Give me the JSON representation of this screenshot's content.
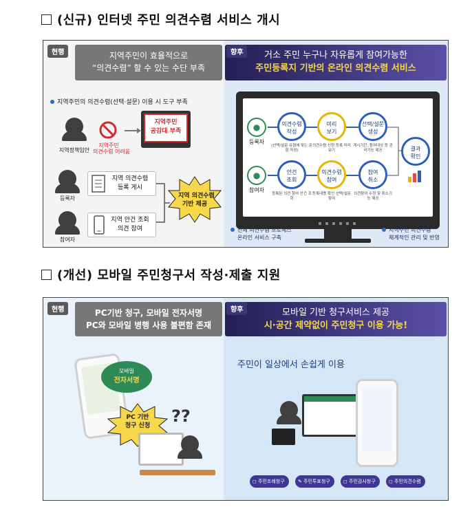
{
  "section1": {
    "heading": "(신규) 인터넷 주민 의견수렴 서비스 개시",
    "tag_now": "현행",
    "tag_future": "향후",
    "left_banner_line1": "지역주민이 효율적으로",
    "left_banner_line2": "“의견수렴” 할 수 있는 수단 부족",
    "right_banner_line1": "거소 주민 누구나 자유롭게 참여가능한",
    "right_banner_line2": "주민등록지 기반의 온라인 의견수렴 서비스",
    "bullet": "지역주민의 의견수렴(선택·설문) 이용 시 도구 부족",
    "policy_maker": "지역정책입안",
    "no_tool_line1": "지역주민",
    "no_tool_line2": "의견수렴 어려움",
    "screen_line1": "지역주민",
    "screen_line2": "공감대 부족",
    "card1_line1": "지역 의견수렴",
    "card1_line2": "등록 게시",
    "card2_line1": "지역 안건 조회",
    "card2_line2": "의견 참여",
    "burst_line1": "지역 의견수렴",
    "burst_line2": "기반 제공",
    "registrant": "등록자",
    "participant": "참여자",
    "flow_registrant": "등록자",
    "flow_participant": "참여자",
    "nodes": [
      {
        "l1": "의견수렴",
        "l2": "작성",
        "cap": "(선택/설문 유형에 맞는 문항 작성)"
      },
      {
        "l1": "미리",
        "l2": "보기",
        "cap": "의견수렴 신청 등록 미리보기"
      },
      {
        "l1": "선택/설문",
        "l2": "생성",
        "cap": "게시기간, 참여대상 등 관리기능 제공"
      },
      {
        "l1": "안건",
        "l2": "조회",
        "cap": "등록된 의견 참여 안건 조회"
      },
      {
        "l1": "의견수렴",
        "l2": "참여",
        "cap": "등록내용 확인 선택/설문 참여"
      },
      {
        "l1": "참여",
        "l2": "취소",
        "cap": "의견참여 수정 및 취소기능 제공"
      },
      {
        "l1": "결과",
        "l2": "확인",
        "cap": ""
      }
    ],
    "foot_left_line1": "전체 의견수렴 프로세스",
    "foot_left_line2": "온라인 서비스 구축",
    "foot_right_line1": "지역주민 의견수렴",
    "foot_right_line2": "체계적인 관리 및 반영"
  },
  "section2": {
    "heading": "(개선) 모바일 주민청구서 작성·제출 지원",
    "tag_now": "현행",
    "tag_future": "향후",
    "left_banner_line1": "PC기반 청구, 모바일 전자서명",
    "left_banner_line2": "PC와 모바일 병행 사용 불편함 존재",
    "right_banner_line1": "모바일 기반 청구서비스 제공",
    "right_banner_line2": "시·공간 제약없이 주민청구 이용 가능!",
    "bubble_green_line1": "모바일",
    "bubble_green_line2": "전자서명",
    "bubble_yellow_line1": "PC 기반",
    "bubble_yellow_line2": "청구 신청",
    "question_marks": "??",
    "right_caption": "주민이 일상에서 손쉽게 이용",
    "pills": [
      "주민조례청구",
      "주민투표청구",
      "주민감사청구",
      "주민의견수렴"
    ]
  },
  "colors": {
    "navy": "#3d3694",
    "blue": "#2c5fb8",
    "yellow": "#f7d84b",
    "green": "#2e8b57",
    "red": "#d42a2a"
  }
}
